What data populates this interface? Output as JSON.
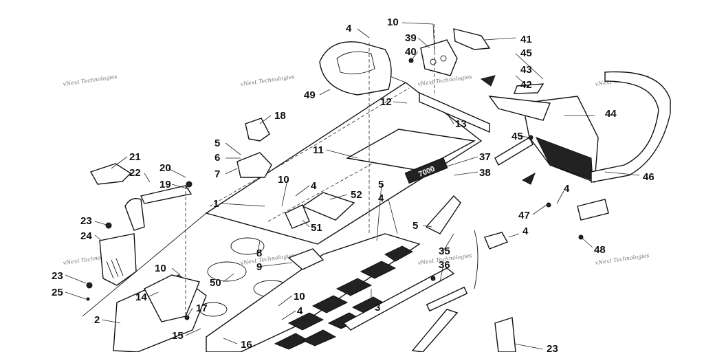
{
  "diagram": {
    "callouts": [
      {
        "id": "c-4a",
        "text": "4"
      },
      {
        "id": "c-10a",
        "text": "10"
      },
      {
        "id": "c-39",
        "text": "39"
      },
      {
        "id": "c-41",
        "text": "41"
      },
      {
        "id": "c-40",
        "text": "40"
      },
      {
        "id": "c-45a",
        "text": "45"
      },
      {
        "id": "c-43",
        "text": "43"
      },
      {
        "id": "c-42",
        "text": "42"
      },
      {
        "id": "c-49",
        "text": "49"
      },
      {
        "id": "c-12",
        "text": "12"
      },
      {
        "id": "c-13",
        "text": "13"
      },
      {
        "id": "c-44",
        "text": "44"
      },
      {
        "id": "c-18",
        "text": "18"
      },
      {
        "id": "c-45b",
        "text": "45"
      },
      {
        "id": "c-5a",
        "text": "5"
      },
      {
        "id": "c-6",
        "text": "6"
      },
      {
        "id": "c-11",
        "text": "11"
      },
      {
        "id": "c-37",
        "text": "37"
      },
      {
        "id": "c-38",
        "text": "38"
      },
      {
        "id": "c-7",
        "text": "7"
      },
      {
        "id": "c-21",
        "text": "21"
      },
      {
        "id": "c-46",
        "text": "46"
      },
      {
        "id": "c-22",
        "text": "22"
      },
      {
        "id": "c-20",
        "text": "20"
      },
      {
        "id": "c-10b",
        "text": "10"
      },
      {
        "id": "c-19",
        "text": "19"
      },
      {
        "id": "c-5b",
        "text": "5"
      },
      {
        "id": "c-4b",
        "text": "4"
      },
      {
        "id": "c-52",
        "text": "52"
      },
      {
        "id": "c-4c",
        "text": "4"
      },
      {
        "id": "c-1",
        "text": "1"
      },
      {
        "id": "c-4d",
        "text": "4"
      },
      {
        "id": "c-47",
        "text": "47"
      },
      {
        "id": "c-23a",
        "text": "23"
      },
      {
        "id": "c-51",
        "text": "51"
      },
      {
        "id": "c-5c",
        "text": "5"
      },
      {
        "id": "c-4e",
        "text": "4"
      },
      {
        "id": "c-24",
        "text": "24"
      },
      {
        "id": "c-8",
        "text": "8"
      },
      {
        "id": "c-9",
        "text": "9"
      },
      {
        "id": "c-35",
        "text": "35"
      },
      {
        "id": "c-48",
        "text": "48"
      },
      {
        "id": "c-36",
        "text": "36"
      },
      {
        "id": "c-10c",
        "text": "10"
      },
      {
        "id": "c-23b",
        "text": "23"
      },
      {
        "id": "c-25",
        "text": "25"
      },
      {
        "id": "c-50",
        "text": "50"
      },
      {
        "id": "c-14",
        "text": "14"
      },
      {
        "id": "c-10d",
        "text": "10"
      },
      {
        "id": "c-3",
        "text": "3"
      },
      {
        "id": "c-17",
        "text": "17"
      },
      {
        "id": "c-2",
        "text": "2"
      },
      {
        "id": "c-4f",
        "text": "4"
      },
      {
        "id": "c-15",
        "text": "15"
      },
      {
        "id": "c-16",
        "text": "16"
      },
      {
        "id": "c-23c",
        "text": "23"
      }
    ],
    "watermark_text": "vNext Technologies",
    "decal_text": "7000"
  }
}
